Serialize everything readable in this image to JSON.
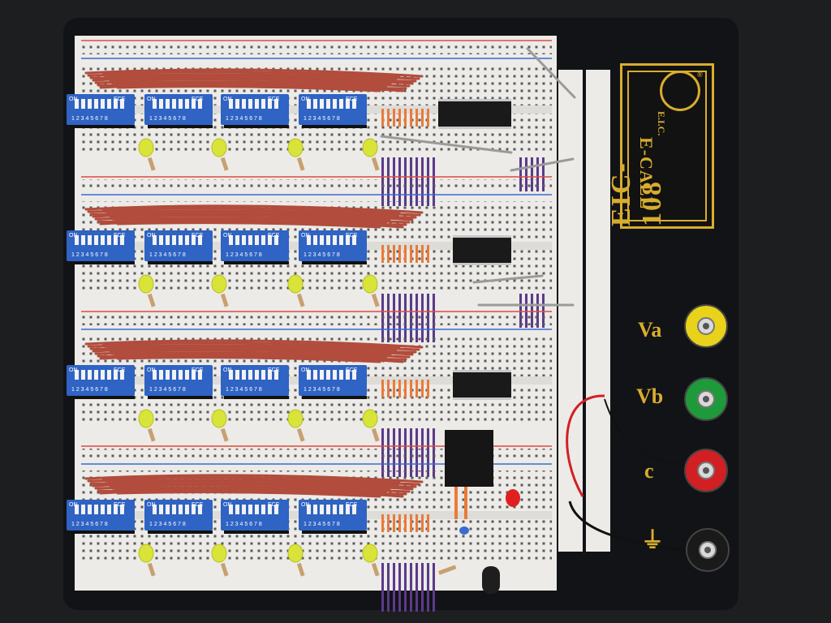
{
  "brand": {
    "name": "E-CALL",
    "company_mark": "E.I.C.",
    "model": "EIC-108",
    "registered": "®"
  },
  "terminals": [
    {
      "label": "Va",
      "color": "#e8d21a"
    },
    {
      "label": "Vb",
      "color": "#1f9a3a"
    },
    {
      "label": "c",
      "color": "#d21f24"
    },
    {
      "label": "⏚",
      "color": "#1a1a1a"
    }
  ],
  "dip_switch": {
    "on_label": "ON",
    "numbers": "1 2 3 4 5 6 7 8",
    "maker_mark": "ECE"
  },
  "colors": {
    "board_white": "#ecebe7",
    "panel_black": "#121316",
    "dip_blue": "#2f63c4",
    "wire_red": "#b24c3c",
    "wire_purple": "#5b3a8a",
    "wire_orange": "#ea7a3a",
    "led_yellow": "#d8e43a",
    "rail_red": "#e04b42",
    "rail_blue": "#3a6bd0",
    "brand_gold": "#d8ad2e"
  }
}
